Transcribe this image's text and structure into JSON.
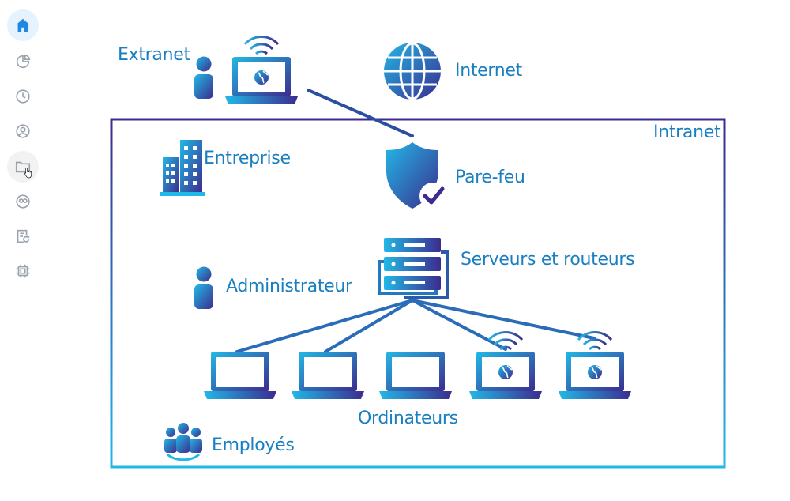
{
  "sidebar": {
    "items": [
      {
        "icon": "home-icon",
        "active": true
      },
      {
        "icon": "pie-chart-icon"
      },
      {
        "icon": "clock-icon"
      },
      {
        "icon": "user-circle-icon"
      },
      {
        "icon": "folder-icon",
        "hovered": true
      },
      {
        "icon": "users-group-icon"
      },
      {
        "icon": "document-refresh-icon"
      },
      {
        "icon": "chip-icon"
      }
    ],
    "active_color": "#1e88e5",
    "icon_color": "#9aa3ad"
  },
  "diagram": {
    "labels": {
      "extranet": "Extranet",
      "internet": "Internet",
      "intranet": "Intranet",
      "entreprise": "Entreprise",
      "pare_feu": "Pare-feu",
      "serveurs": "Serveurs et routeurs",
      "administrateur": "Administrateur",
      "ordinateurs": "Ordinateurs",
      "employes": "Employés"
    },
    "colors": {
      "gradient_start": "#22b8e6",
      "gradient_end": "#3b2c8e",
      "label": "#1a7fc0"
    }
  }
}
